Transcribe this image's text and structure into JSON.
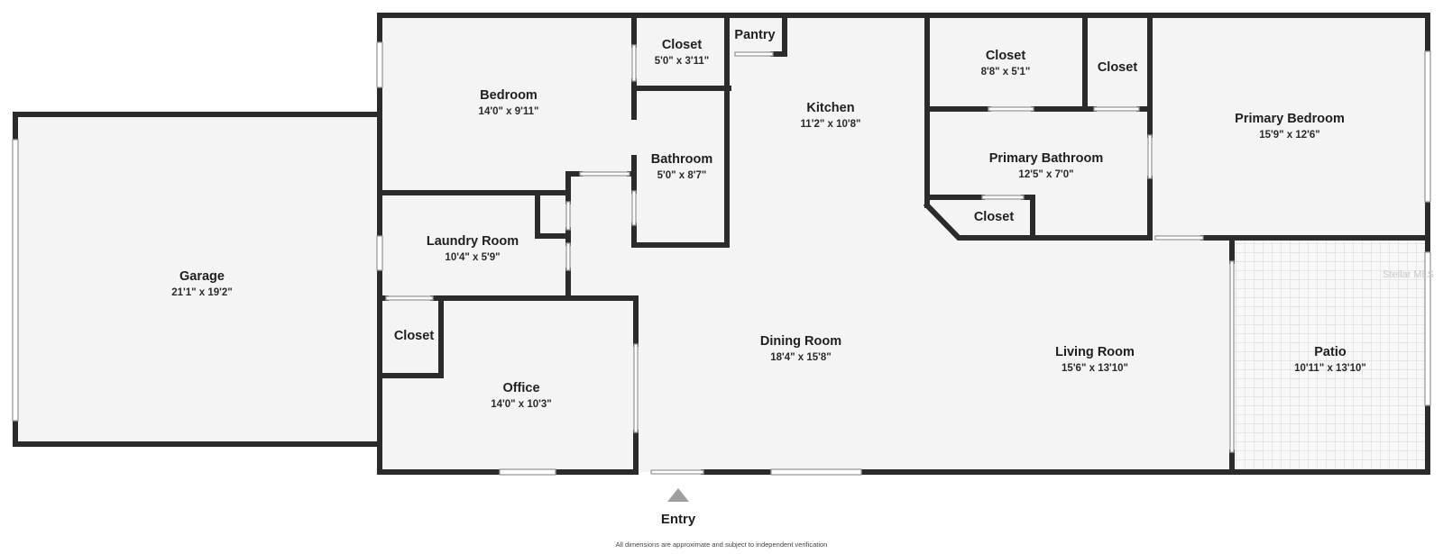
{
  "plan": {
    "rooms": {
      "garage": {
        "name": "Garage",
        "dim": "21'1\" x 19'2\""
      },
      "bedroom": {
        "name": "Bedroom",
        "dim": "14'0\" x 9'11\""
      },
      "closet_a": {
        "name": "Closet",
        "dim": "5'0\" x 3'11\""
      },
      "pantry": {
        "name": "Pantry"
      },
      "kitchen": {
        "name": "Kitchen",
        "dim": "11'2\" x 10'8\""
      },
      "closet_b": {
        "name": "Closet",
        "dim": "8'8\" x 5'1\""
      },
      "closet_c": {
        "name": "Closet"
      },
      "primary_bedroom": {
        "name": "Primary Bedroom",
        "dim": "15'9\" x 12'6\""
      },
      "bathroom": {
        "name": "Bathroom",
        "dim": "5'0\" x 8'7\""
      },
      "primary_bathroom": {
        "name": "Primary Bathroom",
        "dim": "12'5\" x 7'0\""
      },
      "closet_d": {
        "name": "Closet"
      },
      "laundry": {
        "name": "Laundry Room",
        "dim": "10'4\" x 5'9\""
      },
      "closet_e": {
        "name": "Closet"
      },
      "office": {
        "name": "Office",
        "dim": "14'0\" x 10'3\""
      },
      "dining": {
        "name": "Dining Room",
        "dim": "18'4\" x 15'8\""
      },
      "living": {
        "name": "Living Room",
        "dim": "15'6\" x 13'10\""
      },
      "patio": {
        "name": "Patio",
        "dim": "10'11\" x 13'10\""
      }
    },
    "entry_label": "Entry",
    "footnote": "All dimensions are approximate and subject to independent verification",
    "watermark": "Stellar MLS"
  },
  "colors": {
    "wall": "#2b2b2b",
    "floor": "#f4f4f4",
    "patio_tile": "#f8f8f8",
    "patio_grid": "#d2d2d2"
  }
}
